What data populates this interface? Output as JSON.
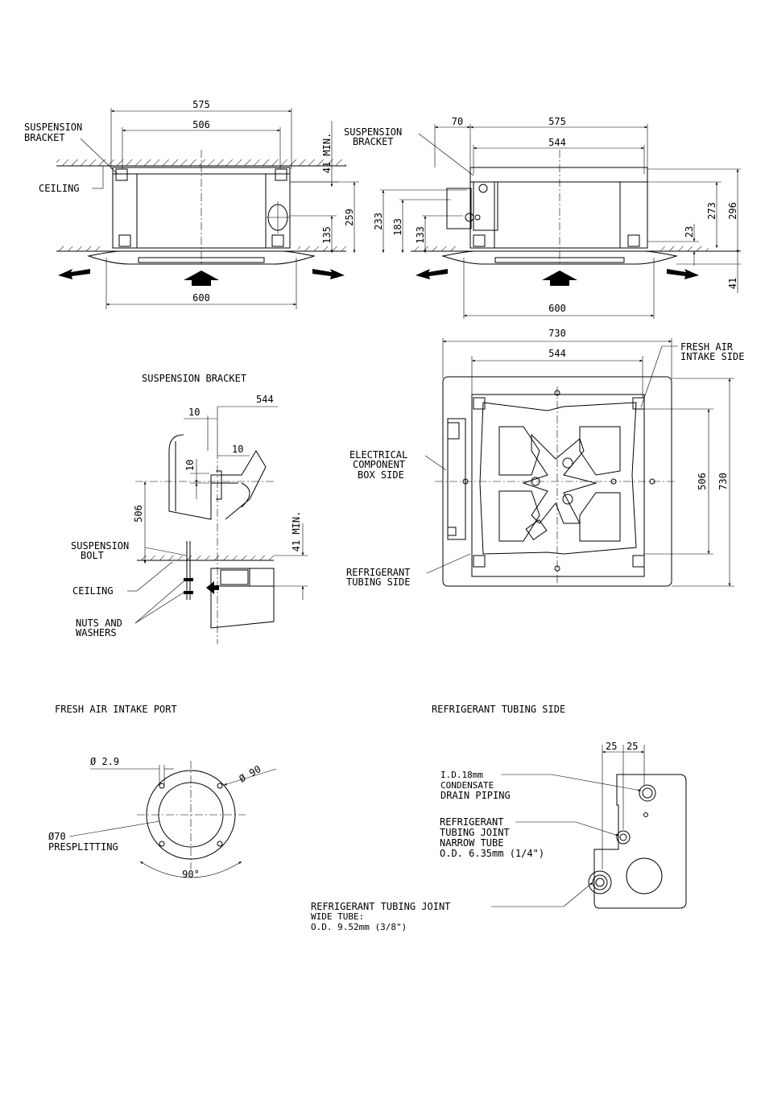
{
  "front_view": {
    "dim_575": "575",
    "dim_506": "506",
    "dim_41_min": "41 MIN.",
    "dim_259": "259",
    "dim_135": "135",
    "dim_600": "600",
    "label_suspension_bracket_1": "SUSPENSION",
    "label_suspension_bracket_2": "BRACKET",
    "label_ceiling": "CEILING"
  },
  "side_view": {
    "dim_70": "70",
    "dim_575": "575",
    "dim_544": "544",
    "dim_233": "233",
    "dim_183": "183",
    "dim_133": "133",
    "dim_23": "23",
    "dim_273": "273",
    "dim_296": "296",
    "dim_41": "41",
    "dim_600": "600",
    "label_suspension_bracket_1": "SUSPENSION",
    "label_suspension_bracket_2": "BRACKET"
  },
  "bracket_detail": {
    "title": "SUSPENSION BRACKET",
    "dim_544": "544",
    "dim_10_a": "10",
    "dim_10_b": "10",
    "dim_10_c": "10",
    "dim_506": "506",
    "dim_41_min": "41 MIN.",
    "label_suspension_bolt_1": "SUSPENSION",
    "label_suspension_bolt_2": "BOLT",
    "label_ceiling": "CEILING",
    "label_nuts_1": "NUTS AND",
    "label_nuts_2": "WASHERS"
  },
  "top_view": {
    "dim_730_h": "730",
    "dim_544": "544",
    "dim_506": "506",
    "dim_730_v": "730",
    "label_fresh_air_1": "FRESH AIR",
    "label_fresh_air_2": "INTAKE SIDE",
    "label_electrical_1": "ELECTRICAL",
    "label_electrical_2": "COMPONENT",
    "label_electrical_3": "BOX SIDE",
    "label_refrigerant_1": "REFRIGERANT",
    "label_refrigerant_2": "TUBING SIDE"
  },
  "fresh_air_port": {
    "title": "FRESH AIR INTAKE PORT",
    "dim_phi_2_9": "Ø 2.9",
    "dim_phi_90": "Ø 90",
    "dim_phi_70": "Ø70",
    "label_presplitting": "PRESPLITTING",
    "dim_90_deg": "90°"
  },
  "tubing_side": {
    "title": "REFRIGERANT TUBING SIDE",
    "dim_25_a": "25",
    "dim_25_b": "25",
    "label_drain_1": "I.D.18mm",
    "label_drain_2": "CONDENSATE",
    "label_drain_3": "DRAIN PIPING",
    "label_narrow_1": "REFRIGERANT",
    "label_narrow_2": "TUBING JOINT",
    "label_narrow_3": "NARROW TUBE",
    "label_narrow_4": "O.D. 6.35mm (1/4\")",
    "label_wide_1": "REFRIGERANT TUBING JOINT",
    "label_wide_2": "WIDE TUBE:",
    "label_wide_3": "O.D. 9.52mm (3/8\")"
  }
}
